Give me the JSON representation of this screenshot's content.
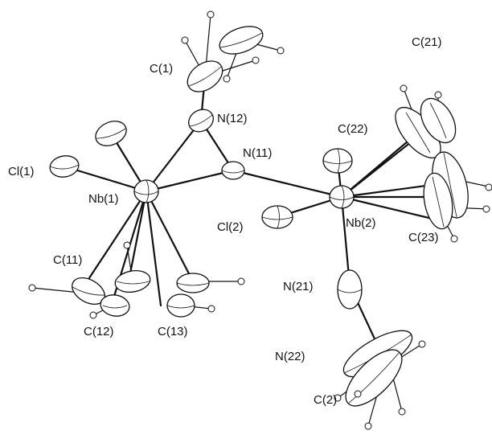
{
  "figure": {
    "labels": {
      "C1": "C(1)",
      "N12": "N(12)",
      "N11": "N(11)",
      "Cl1": "Cl(1)",
      "Nb1": "Nb(1)",
      "C11": "C(11)",
      "C12": "C(12)",
      "C13": "C(13)",
      "C21": "C(21)",
      "C22": "C(22)",
      "Cl2": "Cl(2)",
      "Nb2": "Nb(2)",
      "C23": "C(23)",
      "N21": "N(21)",
      "N22": "N(22)",
      "C2": "C(2)"
    }
  }
}
